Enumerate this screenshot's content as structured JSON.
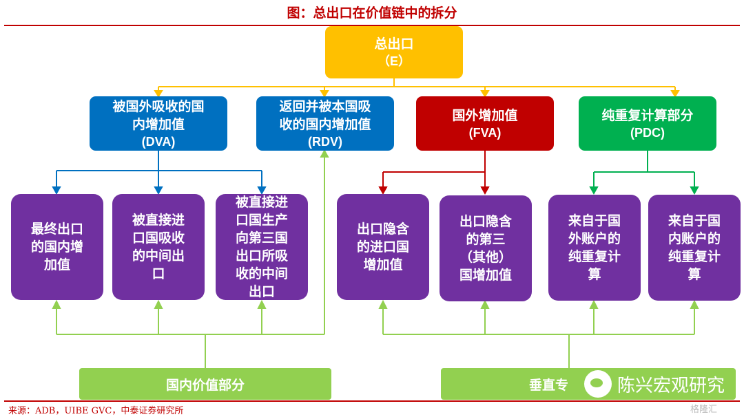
{
  "title": "图：总出口在价值链中的拆分",
  "colors": {
    "gold": "#ffc000",
    "blue": "#0070c0",
    "red": "#c00000",
    "green": "#00b050",
    "purple": "#7030a0",
    "lightgreen": "#92d050",
    "title": "#c00000"
  },
  "root": {
    "label": "总出口",
    "code": "（E）"
  },
  "level1": [
    {
      "label": "被国外吸收的国\n内增加值",
      "code": "(DVA)"
    },
    {
      "label": "返回并被本国吸\n收的国内增加值",
      "code": "(RDV)"
    },
    {
      "label": "国外增加值",
      "code": "(FVA)"
    },
    {
      "label": "纯重复计算部分",
      "code": "(PDC)"
    }
  ],
  "level2": [
    {
      "label": "最终出口\n的国内增\n加值"
    },
    {
      "label": "被直接进\n口国吸收\n的中间出\n口"
    },
    {
      "label": "被直接进\n口国生产\n向第三国\n出口所吸\n收的中间\n出口"
    },
    {
      "label": "出口隐含\n的进口国\n增加值"
    },
    {
      "label": "出口隐含\n的第三\n（其他）\n国增加值"
    },
    {
      "label": "来自于国\n外账户的\n纯重复计\n算"
    },
    {
      "label": "来自于国\n内账户的\n纯重复计\n算"
    }
  ],
  "groups": [
    {
      "label": "国内价值部分"
    },
    {
      "label": "垂直专"
    }
  ],
  "watermark": "陈兴宏观研究",
  "logo": "格隆汇",
  "source": "来源：ADB，UIBE GVC，中泰证券研究所"
}
